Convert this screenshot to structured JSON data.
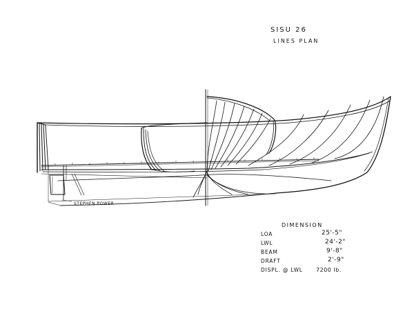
{
  "title": {
    "name": "SISU 26",
    "subtitle": "LINES PLAN"
  },
  "designer": "STEPHEN POWER",
  "dimensions": {
    "heading": "DIMENSION",
    "rows": [
      {
        "label": "LOA",
        "value": "25'-5\""
      },
      {
        "label": "LWL",
        "value": "24'-2\""
      },
      {
        "label": "BEAM",
        "value": "9'-8\""
      },
      {
        "label": "DRAFT",
        "value": "2'-9\""
      },
      {
        "label": "DISPL. @ LWL",
        "value": "7200 lb."
      }
    ]
  },
  "colors": {
    "ink": "#111111",
    "paper": "#ffffff"
  }
}
